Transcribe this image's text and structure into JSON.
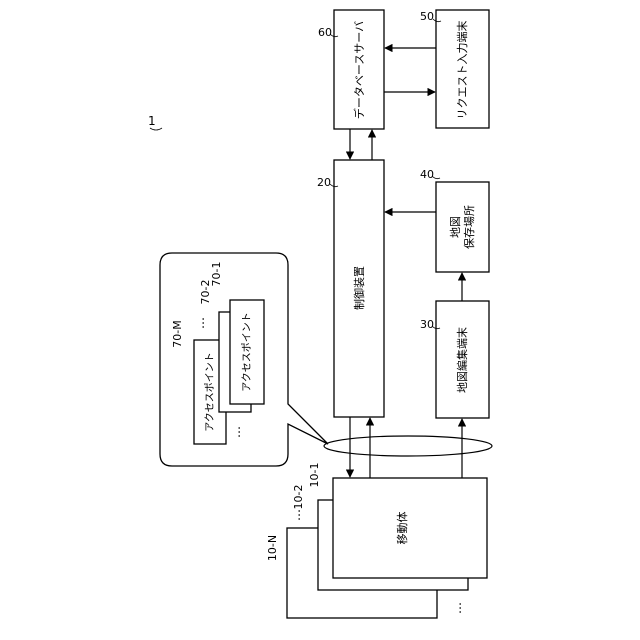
{
  "system_ref": "1",
  "database_server": {
    "ref": "60",
    "label": "データベースサーバ"
  },
  "request_terminal": {
    "ref": "50",
    "label": "リクエスト入力端末"
  },
  "controller": {
    "ref": "20",
    "label": "制御装置"
  },
  "map_storage": {
    "ref": "40",
    "label_line1": "地図",
    "label_line2": "保存場所"
  },
  "map_editor": {
    "ref": "30",
    "label": "地図編集端末"
  },
  "mobile_bodies": {
    "label": "移動体",
    "refs": [
      "10-1",
      "10-2",
      "10-N"
    ],
    "ellipsis": "…"
  },
  "access_points": {
    "label": "アクセスポイント",
    "refs": [
      "70-1",
      "70-2",
      "70-M"
    ],
    "ellipsis": "…"
  }
}
